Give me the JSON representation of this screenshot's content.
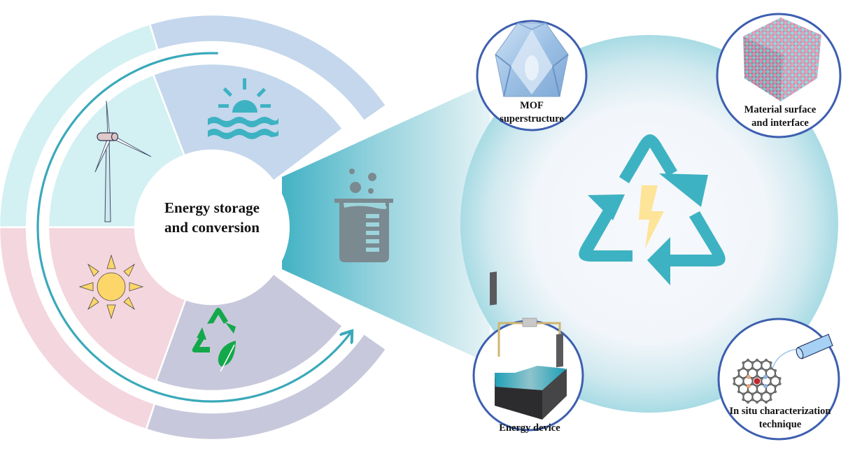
{
  "center": {
    "title_line1": "Energy storage",
    "title_line2": "and conversion"
  },
  "energy_sources": [
    {
      "id": "wind",
      "name": "Wind energy",
      "icon": "wind-turbine-icon",
      "inner_color": "#d3f0f2",
      "outer_color": "#d3f0f2"
    },
    {
      "id": "ocean",
      "name": "Ocean / tidal energy",
      "icon": "sun-over-waves-icon",
      "inner_color": "#c4d7ec",
      "outer_color": "#c4d7ec"
    },
    {
      "id": "solar",
      "name": "Solar energy",
      "icon": "sun-icon",
      "inner_color": "#f4d6de",
      "outer_color": "#f4d6de"
    },
    {
      "id": "renewable",
      "name": "Renewable / recycling",
      "icon": "recycle-leaf-icon",
      "inner_color": "#c8c8dc",
      "outer_color": "#c8c8dc"
    }
  ],
  "connector": {
    "icon": "beaker-icon",
    "gradient_from": "#42b2c4",
    "gradient_to": "#e2f1f5"
  },
  "hub": {
    "icon": "recycle-lightning-icon",
    "arrow_color": "#3db2c2",
    "bolt_color": "#fde498"
  },
  "badges": [
    {
      "id": "mof",
      "line1": "MOF",
      "line2": "superstructure",
      "icon": "mof-crystal-icon"
    },
    {
      "id": "surface",
      "line1": "Material surface",
      "line2": "and interface",
      "icon": "atomic-cube-icon"
    },
    {
      "id": "device",
      "line1": "Energy device",
      "line2": "",
      "icon": "electrochemical-cell-icon"
    },
    {
      "id": "insitu",
      "line1": "In situ characterization",
      "line2": "technique",
      "icon": "graphene-probe-icon"
    }
  ],
  "colors": {
    "flow_arrow": "#3aa9ba",
    "badge_border": "#3d5fb0",
    "green_icon": "#13a84a",
    "sun_yellow": "#fdd66a"
  }
}
